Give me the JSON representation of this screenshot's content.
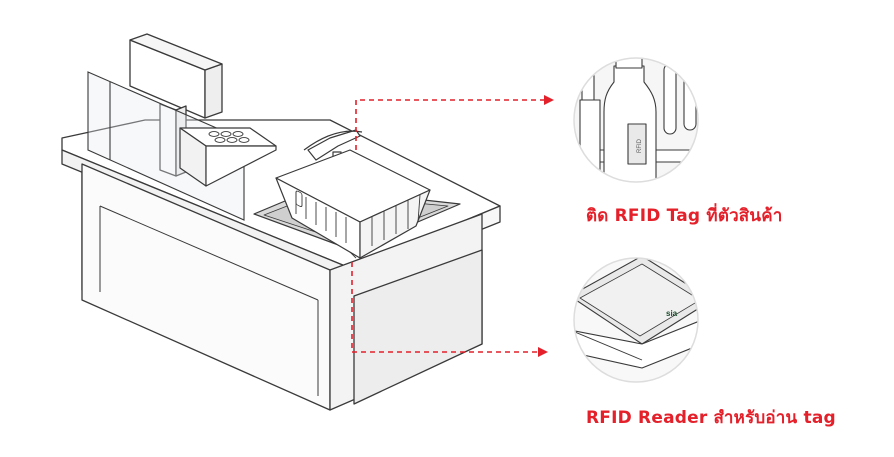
{
  "colors": {
    "accent": "#e4202a",
    "line": "#3a3a3a",
    "inset_bg": "#f4f4f4"
  },
  "callouts": {
    "tag": {
      "label": "ติด RFID Tag ที่ตัวสินค้า",
      "icon": "product-bottle-with-tag-inset"
    },
    "reader": {
      "label": "RFID Reader สำหรับอ่าน tag",
      "icon": "reader-pad-inset"
    }
  },
  "illustration": {
    "tag_sticker_text": "RFID",
    "reader_logo_text": "sia"
  }
}
